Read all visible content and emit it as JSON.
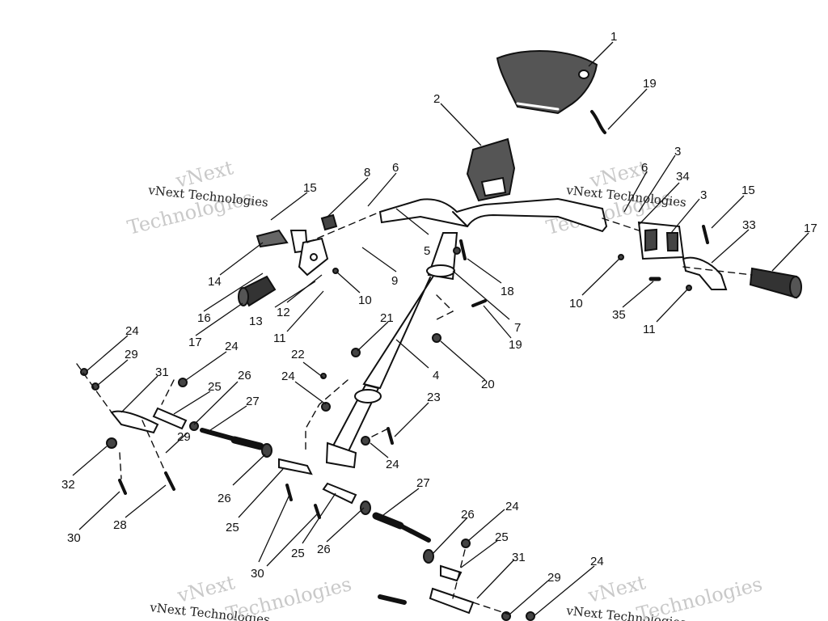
{
  "watermark": {
    "line1": "vNext",
    "line2": "Technologies",
    "full": "vNext Technologies"
  },
  "callouts": [
    "1",
    "2",
    "3",
    "3",
    "4",
    "5",
    "6",
    "6",
    "7",
    "8",
    "9",
    "10",
    "10",
    "11",
    "11",
    "12",
    "13",
    "14",
    "15",
    "15",
    "16",
    "17",
    "17",
    "18",
    "19",
    "19",
    "20",
    "21",
    "22",
    "23",
    "24",
    "24",
    "24",
    "24",
    "24",
    "24",
    "25",
    "25",
    "25",
    "25",
    "26",
    "26",
    "26",
    "26",
    "27",
    "27",
    "28",
    "29",
    "29",
    "29",
    "30",
    "30",
    "31",
    "31",
    "32",
    "33",
    "34",
    "35"
  ],
  "colors": {
    "ink": "#111111",
    "watermark": "#c9c9c9"
  }
}
